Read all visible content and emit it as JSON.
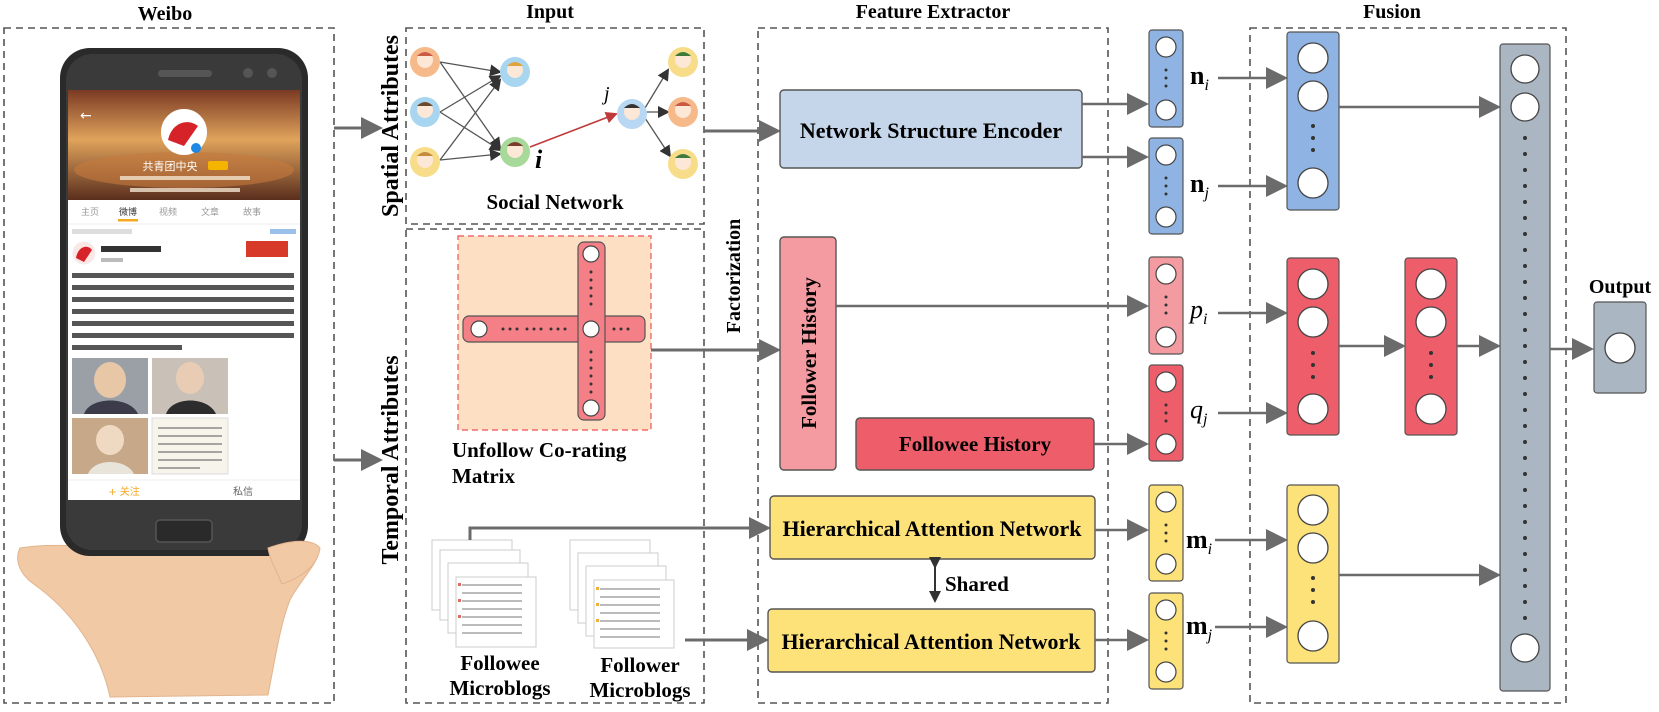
{
  "sections": {
    "weibo": "Weibo",
    "input": "Input",
    "feature_extractor": "Feature Extractor",
    "fusion": "Fusion",
    "output": "Output"
  },
  "side_labels": {
    "spatial": "Spatial Attributes",
    "temporal": "Temporal Attributes",
    "factorization": "Factorization"
  },
  "input_labels": {
    "social_network": "Social Network",
    "unfollow_line1": "Unfollow Co-rating",
    "unfollow_line2": "Matrix",
    "followee_line1": "Followee",
    "followee_line2": "Microblogs",
    "follower_line1": "Follower",
    "follower_line2": "Microblogs",
    "node_i": "i",
    "node_j": "j"
  },
  "modules": {
    "network_encoder": "Network Structure Encoder",
    "follower_history": "Follower History",
    "followee_history": "Followee History",
    "han_top": "Hierarchical Attention Network",
    "han_bottom": "Hierarchical Attention Network",
    "shared": "Shared"
  },
  "vector_labels": {
    "n_i": {
      "base": "n",
      "sub": "i"
    },
    "n_j": {
      "base": "n",
      "sub": "j"
    },
    "p_i": {
      "base": "p",
      "sub": "i"
    },
    "q_j": {
      "base": "q",
      "sub": "j"
    },
    "m_i": {
      "base": "m",
      "sub": "i"
    },
    "m_j": {
      "base": "m",
      "sub": "j"
    }
  },
  "phone": {
    "account_name": "共青团中央",
    "tabs": [
      "主页",
      "微博",
      "视频",
      "文章",
      "故事"
    ],
    "bottom_follow": "+ 关注",
    "bottom_message": "私信"
  },
  "colors": {
    "blue_fill": "#c5d6ea",
    "blue_vec": "#8fb4e3",
    "pink_fill": "#f39ba1",
    "red_fill": "#ee5e6a",
    "yellow_fill": "#fde27a",
    "gray_fill": "#aab6c2",
    "peach_fill": "#fde0c4",
    "arrow": "#6b6b6b"
  }
}
